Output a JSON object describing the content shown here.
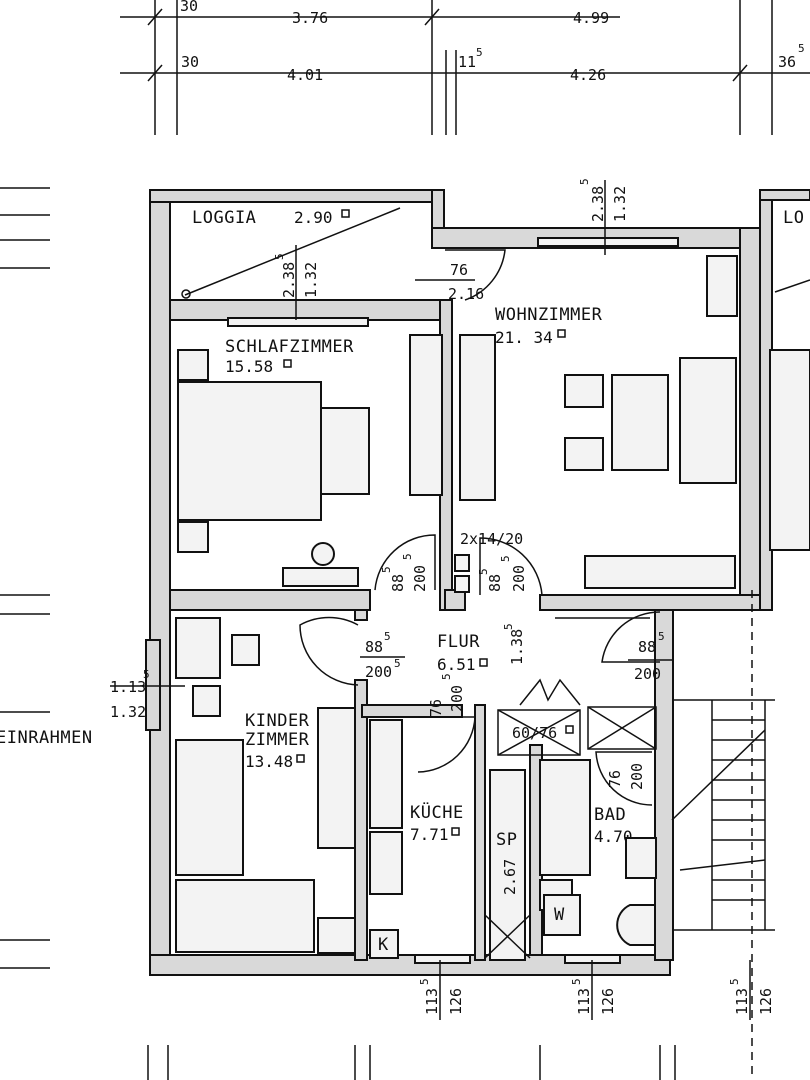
{
  "dimensions": {
    "top_row1": [
      "30",
      "3.76",
      "4.99"
    ],
    "top_row2": [
      "30",
      "4.01",
      "11",
      "5",
      "4.26",
      "36",
      "5"
    ],
    "loggia_window": [
      "2.38",
      "5",
      "1.32"
    ],
    "wohn_window": [
      "2.38",
      "5",
      "1.32"
    ],
    "door_loggia": [
      "76",
      "2.16"
    ],
    "door_left": [
      "88",
      "5",
      "200",
      "5"
    ],
    "door_flur_center": [
      "88",
      "5",
      "200",
      "5",
      "1.38",
      "5"
    ],
    "chimney": "2x14/20",
    "door_kinder": [
      "88",
      "5",
      "200",
      "5"
    ],
    "door_kueche": [
      "76",
      "200",
      "5"
    ],
    "door_bad_right": [
      "88",
      "5",
      "200"
    ],
    "shaft": "60/76",
    "door_bad": [
      "76",
      "200"
    ],
    "sp": "SP",
    "sp_dim": "2.67",
    "window_left": [
      "1.13",
      "5",
      "1.32"
    ],
    "bottom1": [
      "113",
      "5",
      "126"
    ],
    "bottom2": [
      "113",
      "5",
      "126"
    ],
    "bottom3": [
      "113",
      "5",
      "126"
    ],
    "einrahmen": "EINRAHMEN"
  },
  "rooms": {
    "loggia": {
      "name": "LOGGIA",
      "area": "2.90"
    },
    "loggia_right": {
      "name": "LO"
    },
    "wohnzimmer": {
      "name": "WOHNZIMMER",
      "area": "21. 34"
    },
    "schlafzimmer": {
      "name": "SCHLAFZIMMER",
      "area": "15.58"
    },
    "flur": {
      "name": "FLUR",
      "area": "6.51"
    },
    "kinderzimmer": {
      "name1": "KINDER",
      "name2": "ZIMMER",
      "area": "13.48"
    },
    "kueche": {
      "name": "KÜCHE",
      "area": "7.71"
    },
    "bad": {
      "name": "BAD",
      "area": "4.70"
    }
  },
  "fixtures": {
    "k": "K",
    "w": "W"
  }
}
